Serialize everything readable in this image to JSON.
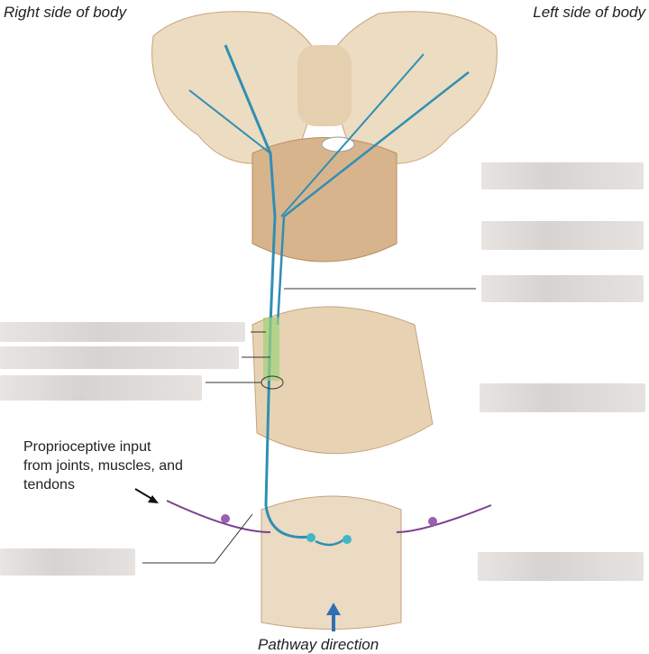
{
  "labels": {
    "right_side": "Right side of body",
    "left_side": "Left side of body",
    "proprioceptive": [
      "Proprioceptive input",
      "from joints, muscles, and",
      "tendons"
    ],
    "pathway_direction": "Pathway direction"
  },
  "colors": {
    "tissue": "#e9d6b8",
    "tissue_dark": "#c9a27a",
    "tract_blue": "#2f8fb3",
    "tract_green": "#9fd27a",
    "nerve_purple": "#7b3f8f"
  }
}
